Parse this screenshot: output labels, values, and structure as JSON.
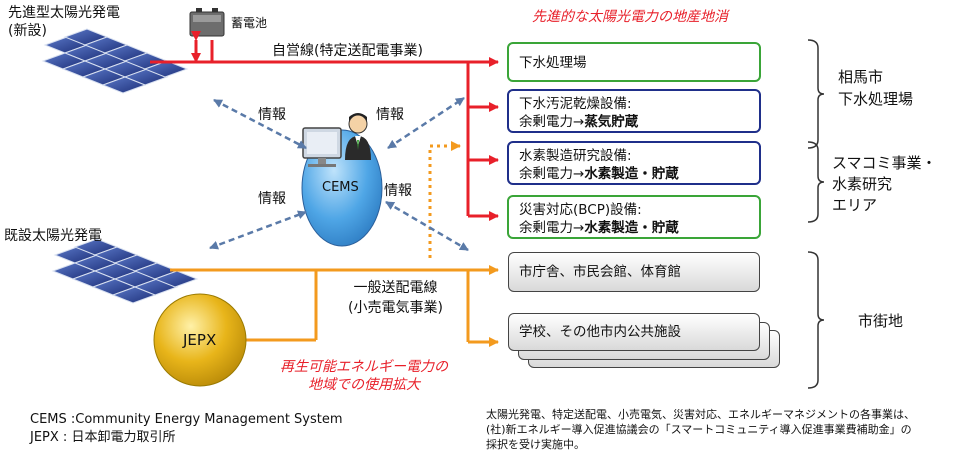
{
  "sources": {
    "new_pv": {
      "line1": "先進型太陽光発電",
      "line2": "(新設)"
    },
    "battery": "蓄電池",
    "existing_pv": "既設太陽光発電",
    "jepx": "JEPX"
  },
  "lines": {
    "private": "自営線(特定送配電事業)",
    "general_1": "一般送配電線",
    "general_2": "(小売電気事業)"
  },
  "cems": {
    "label": "CEMS",
    "info": "情報"
  },
  "headings": {
    "top": "先進的な太陽光電力の地産地消",
    "bottom_1": "再生可能エネルギー電力の",
    "bottom_2": "地域での使用拡大"
  },
  "facilities": {
    "sewage": "下水処理場",
    "sludge_1": "下水汚泥乾燥設備:",
    "sludge_2a": "余剰電力→",
    "sludge_2b": "蒸気貯蔵",
    "hydrogen_1": "水素製造研究設備:",
    "hydrogen_2a": "余剰電力→",
    "hydrogen_2b": "水素製造・貯蔵",
    "disaster_1": "災害対応(BCP)設備:",
    "disaster_2a": "余剰電力→",
    "disaster_2b": "水素製造・貯蔵",
    "cityhall": "市庁舎、市民会館、体育館",
    "schools": "学校、その他市内公共施設"
  },
  "areas": {
    "a1_1": "相馬市",
    "a1_2": "下水処理場",
    "a2_1": "スマコミ事業・",
    "a2_2": "水素研究",
    "a2_3": "エリア",
    "a3": "市街地"
  },
  "footnotes": {
    "cems": "CEMS :Community Energy Management System",
    "jepx": "JEPX  :  日本卸電力取引所",
    "note_1": "太陽光発電、特定送配電、小売電気、災害対応、エネルギーマネジメントの各事業は、",
    "note_2": "(社)新エネルギー導入促進協議会の「スマートコミュニティ導入促進事業費補助金」の",
    "note_3": "採択を受け実施中。"
  }
}
